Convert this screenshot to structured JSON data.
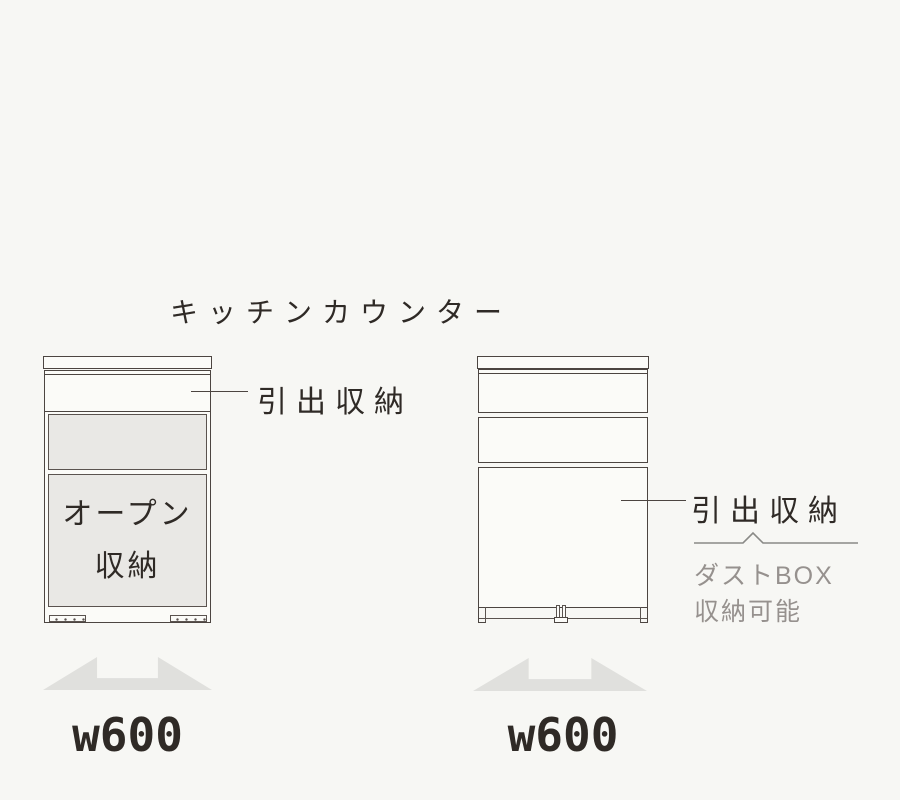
{
  "page": {
    "title": "キッチンカウンター"
  },
  "colors": {
    "line": "#4c4541",
    "text_dark": "#2f2a26",
    "text_gray": "#96918e",
    "panel_gray": "#e9e8e5",
    "arrow_gray": "#e0e0dd",
    "background": "#f7f7f4"
  },
  "left_cabinet": {
    "drawer_label": "引出収納",
    "open_storage_line1": "オープン",
    "open_storage_line2": "収納",
    "width_label": "w600"
  },
  "right_cabinet": {
    "drawer_label": "引出収納",
    "note_line1": "ダストBOX",
    "note_line2": "収納可能",
    "width_label": "w600"
  }
}
